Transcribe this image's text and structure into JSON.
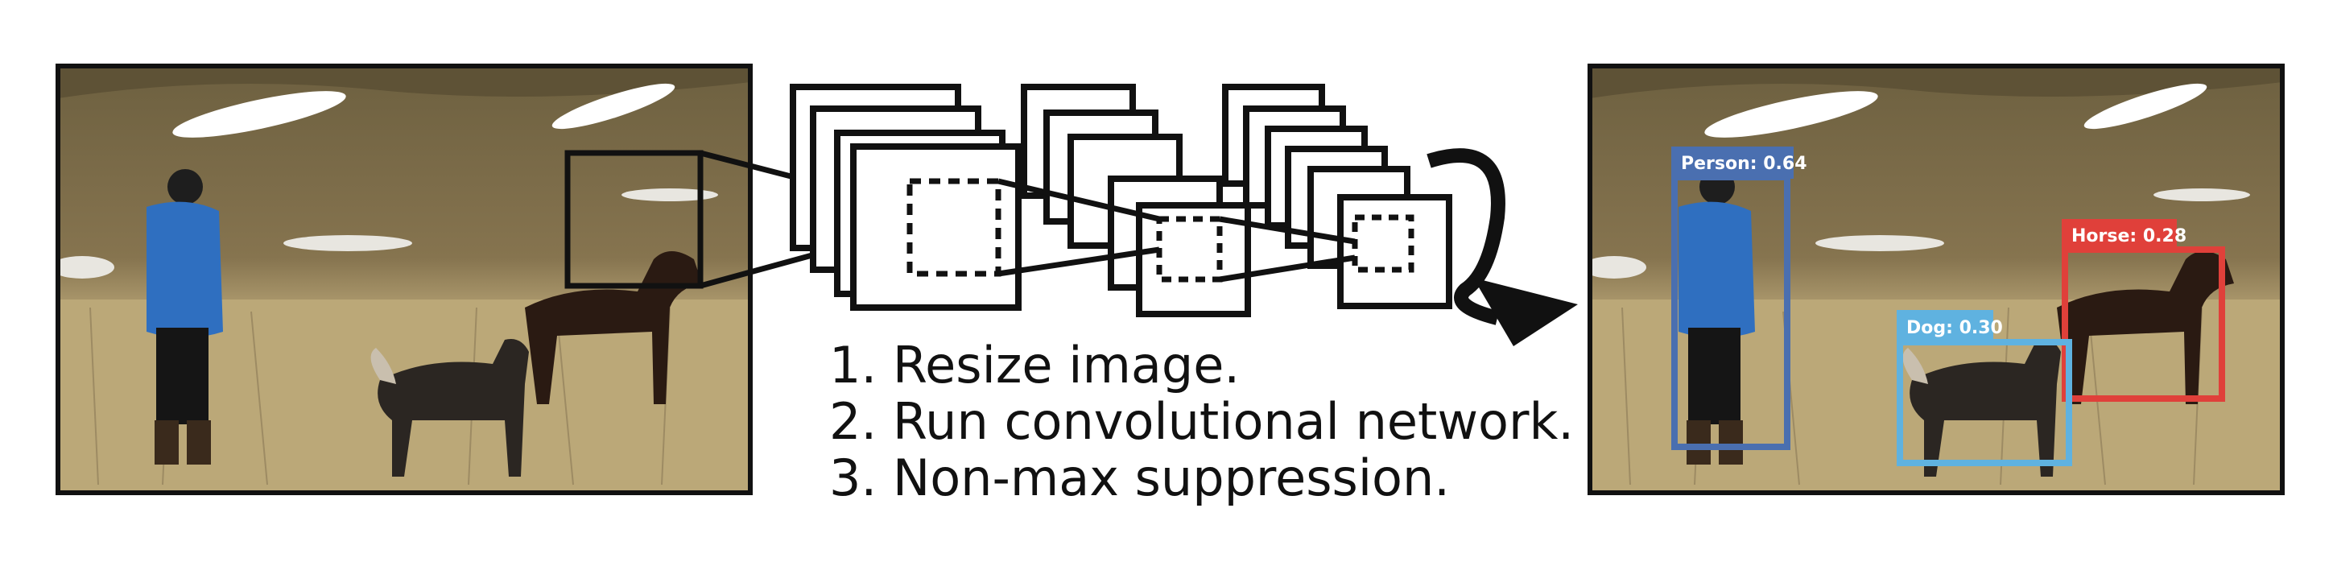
{
  "steps": [
    "1. Resize image.",
    "2. Run convolutional network.",
    "3. Non-max suppression."
  ],
  "detections": [
    {
      "label": "Person: 0.64",
      "color": "#4a6fb0"
    },
    {
      "label": "Horse: 0.28",
      "color": "#e0403a"
    },
    {
      "label": "Dog: 0.30",
      "color": "#5fb2e0"
    }
  ],
  "colors": {
    "sky_field": "#7d6f52",
    "grass": "#b9a57a",
    "snow": "#ffffff",
    "jacket": "#2f6fc0",
    "animal": "#2a1a12"
  }
}
